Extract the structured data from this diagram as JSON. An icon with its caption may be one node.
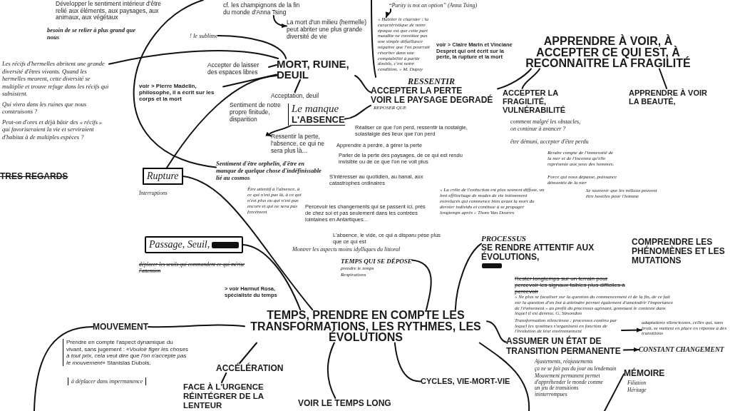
{
  "diagram": {
    "nodes": [
      {
        "text": [
          "cf. les champignons de la fin du monde d'Anna Tsing"
        ]
      },
      {
        "text": [
          "“Purity is not an option” (Anna Tsing)"
        ]
      },
      {
        "text": [
          "La mort d'un milieu (hermelle) peut abriter une plus grande diversité de vie"
        ]
      },
      {
        "text": [
          "! le sublime"
        ]
      },
      {
        "text": [
          "« Habiter le charnier : la caractéristique de notre époque est que cette part maudite ne constitue pas une simple défaillance négative que l'on pourrait résorber dans une comptabilité à partie double, c'est notre condition. » M. Dupuy"
        ]
      },
      {
        "text": [
          "APPRENDRE À VOIR, À ACCEPTER CE QUI EST, À RECONNAITRE LA FRAGILITÉ"
        ]
      },
      {
        "text": [
          "Accepter de laisser des espaces libres"
        ]
      },
      {
        "text": [
          "MORT, RUINE, DEUIL"
        ]
      },
      {
        "text": [
          "Les récifs d'hermelles abritent une grande diversité d'êtres vivants. Quand les hermelles meurent, cette diversité se multiplie et trouve refuge dans les récifs qui subsistent.",
          "Qui vivra dans les ruines que nous construisons ?",
          "Peut-on d'ores et déjà bâtir des « récifs » qui favoriseraient la vie et serviraient d'habitat à de multiples espèces ?"
        ]
      },
      {
        "text": [
          "voir > Pierre Madelin, philosophe, il a écrit sur les corps et la mort"
        ]
      },
      {
        "text": [
          "RESSENTIR",
          "ACCEPTER LA PERTE",
          "VOIR LE PAYSAGE DEGRADÉ",
          "REPOSER QUE"
        ]
      },
      {
        "text": [
          "ACCEPTER LA FRAGILITÉ, VULNÉRABILITÉ"
        ]
      },
      {
        "text": [
          "APPRENDRE À VOIR LA BEAUTÉ,"
        ]
      },
      {
        "text": [
          "Acceptation, deuil"
        ]
      },
      {
        "text": [
          "Le manque",
          "L'ABSENCE"
        ]
      },
      {
        "text": [
          "Ressentir la perte, l'absence, ce qui ne sera plus là..."
        ]
      },
      {
        "text": [
          "Sentiment d'être orphelin, d'être en manque de quelque chose d'indéfinissable lié au cosmos"
        ]
      },
      {
        "text": [
          "Rupture"
        ],
        "beside": [
          "Interruptions"
        ]
      },
      {
        "text": [
          "Passage, Seuil,"
        ],
        "beside": [
          "déplacer les seuils qui commandent ce qui mérite l'attention"
        ]
      },
      {
        "text": [
          "TEMPS QUI SE DÉPOSE",
          "prendre le temps",
          "Respirations"
        ]
      },
      {
        "text": [
          "PROCESSUS",
          "SE RENDRE ATTENTIF AUX ÉVOLUTIONS,"
        ]
      },
      {
        "text": [
          "TEMPS, PRENDRE EN COMPTE LES TRANSFORMATIONS, LES RYTHMES, LES ÉVOLUTIONS"
        ]
      },
      {
        "text": [
          "Transformation silencieuse : processus continu par lequel les systèmes s'organisent en fonction de l'évolution de leur environnement"
        ]
      },
      {
        "text": [
          "adaptations silencieuses, celles qui, sans bruit, se mettent en place en réponse à des transitions"
        ]
      },
      {
        "text": [
          "MOUVEMENT"
        ]
      },
      {
        "text": [
          "ASSUMER UN ÉTAT DE TRANSITION PERMANENTE"
        ]
      },
      {
        "text": [
          "CONSTANT CHANGEMENT"
        ]
      },
      {
        "text": [
          "ACCÉLÉRATION"
        ]
      },
      {
        "text": [
          "CYCLES, VIE-MORT-VIE"
        ]
      },
      {
        "text": [
          "MÉMOIRE"
        ],
        "beside": [
          "Filiation",
          "Héritage"
        ]
      },
      {
        "text": [
          "FACE À L'URGENCE RÉINTÉGRER DE LA LENTEUR"
        ]
      },
      {
        "text": [
          "VOIR LE TEMPS LONG"
        ]
      }
    ],
    "edges": [
      {
        "from": null,
        "to": 16,
        "arrow": "none"
      },
      {
        "from": 7,
        "to": 17,
        "arrow": "none"
      },
      {
        "from": null,
        "to": 10,
        "arrow": "none"
      },
      {
        "from": 7,
        "to": 10,
        "arrow": "none"
      },
      {
        "from": 14,
        "to": 10,
        "arrow": "none"
      },
      {
        "from": 10,
        "to": 5,
        "arrow": "none"
      },
      {
        "from": 5,
        "to": 11,
        "arrow": "none"
      },
      {
        "from": 5,
        "to": 12,
        "arrow": "none"
      },
      {
        "from": 0,
        "to": 2,
        "arrow": "to"
      },
      {
        "from": 3,
        "to": 7,
        "arrow": "none"
      },
      {
        "from": 6,
        "to": 7,
        "arrow": "none"
      },
      {
        "from": 9,
        "to": 7,
        "arrow": "none"
      },
      {
        "from": 7,
        "to": 13,
        "arrow": "none"
      },
      {
        "from": 8,
        "to": 7,
        "arrow": "none"
      },
      {
        "from": 14,
        "to": 15,
        "arrow": "to"
      },
      {
        "from": 1,
        "to": 4,
        "arrow": "to"
      },
      {
        "from": 17,
        "to": 21,
        "arrow": "none"
      },
      {
        "from": 18,
        "to": 21,
        "arrow": "none"
      },
      {
        "from": 19,
        "to": 21,
        "arrow": "none"
      },
      {
        "from": 20,
        "to": 21,
        "arrow": "none"
      },
      {
        "from": 21,
        "to": 24,
        "arrow": "none"
      },
      {
        "from": 24,
        "to": null,
        "arrow": "none"
      },
      {
        "from": 21,
        "to": 27,
        "arrow": "none"
      },
      {
        "from": 27,
        "to": 30,
        "arrow": "none"
      },
      {
        "from": 21,
        "to": 31,
        "arrow": "none"
      },
      {
        "from": 21,
        "to": 28,
        "arrow": "none"
      },
      {
        "from": 21,
        "to": 25,
        "arrow": "none"
      },
      {
        "from": 21,
        "to": null,
        "arrow": "none"
      },
      {
        "from": 25,
        "to": 26,
        "arrow": "to"
      },
      {
        "from": null,
        "to": 29,
        "arrow": "none"
      },
      {
        "from": 22,
        "to": 23,
        "arrow": "to"
      }
    ],
    "labels": [
      "Développer le sentiment intérieur d'être relié aux éléments, aux paysages, aux animaux, aux végétaux",
      "besoin de se relier à plus grand que nous",
      "voir > Claire Marin et Vinciane Despret qui ont écrit sur la perte, la rupture et la mort",
      "Sentiment de notre propre finitude, disparition",
      "comment malgré les obstacles, on continue à avancer ?",
      "Réaliser ce que l'on perd, ressentir la nostalgie, solastalgie des lieux que l'on perd",
      "être démuni, accepter d'être perdu",
      "Apprendre à perdre, à gérer la perte",
      "Rendre compte de l'immensité de la mer et de l'inconnu qu'elle représente aux yeux des hommes.",
      "Parler de la perte des paysages, de ce qui est rendu invisible ou de ce que l'on ne voit plus",
      "TRES REGARDS",
      "S'intéresser au quotidien, au banal, aux catastrophes ordinaires",
      "Force qui nous dépasse, puissance démontée de la mer",
      "Être attentif à l'absence, à ce qui n'est pas là, à ce qui n'est plus ou qui n'est pas encore et qui ne sera pas forcément",
      "« La crête de l'extinction est plus souvent diffuse, un lent effilochage de modes de vie intimement entrelacés qui commence bien avant la mort du dernier individu et continue à se propager longtemps après » Thom Van Dooren",
      "Se souvenir que les milieux peuvent être hostiles pour l'homme",
      "Percevoir les changements qui se passent ici, près de chez soi et pas seulement dans les contrées lointaines en Antartiques...",
      "L'absence, le vide, ce qui a disparu pèse plus que ce qui est",
      "COMPRENDRE LES PHÉNOMÈNES ET LES MUTATIONS",
      "Montrer les aspects moins idylliques du littoral",
      "Rester longtemps sur un terrain pour percevoir les signaux faibles plus difficiles à percevoir",
      "> voir Harmut Rosa, spécialiste du temps",
      "« Ne plus se focaliser sur la question du commencement et de la fin, de ce fait sur la question d'un but à atteindre permet également d'amoindrir l'importance de l'événement » au profit du processus agissant, gommant le contexte dans lequel il est devenu. G. Simondon",
      "Prendre en compte l'aspect dynamique du vivant, sans jugement : «*Vouloir figer les choses à tout prix, cela veut dire que l'on n'accepte pas le mouvement*» Stanislas Dubois.",
      "Ajustements, réajustements",
      "ça ne se fait pas du jour au lendemain",
      "Mouvement permanent permet d'appréhender le monde comme un jeu de transitions ininterrompues",
      "à déplacer dans impermanence"
    ]
  }
}
